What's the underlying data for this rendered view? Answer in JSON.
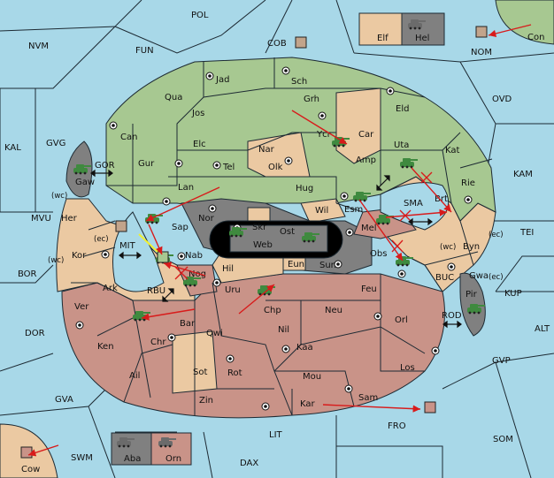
{
  "map": {
    "colors": {
      "sea": "#a8d8e8",
      "green": "#a7c891",
      "tan": "#ebc9a2",
      "red": "#c99388",
      "grey": "#808080",
      "black": "#000000",
      "unit_green": "#3f8a3f",
      "unit_grey": "#6b6b6b",
      "unit_red": "#b98b7b",
      "order_arrow": "#d81b1b",
      "support_line": "#f0f030"
    },
    "unit_icon": "tank-icon",
    "supply_center_icon": "supply-center-dot-icon",
    "cut_icon": "cut-x-icon",
    "coast_label": "(wc)",
    "coast_label_ec": "(ec)",
    "sea_labels": {
      "pol": "POL",
      "nvm": "NVM",
      "fun": "FUN",
      "cob": "COB",
      "nom": "NOM",
      "ovd": "OVD",
      "kal": "KAL",
      "gvg": "GVG",
      "gor": "GOR",
      "kam": "KAM",
      "mvu": "MVU",
      "sma": "SMA",
      "tei": "TEI",
      "mit": "MIT",
      "bor": "BOR",
      "kup": "KUP",
      "buc": "BUC",
      "rbu": "RBU",
      "rod": "ROD",
      "dor": "DOR",
      "alt": "ALT",
      "gvp": "GVP",
      "gva": "GVA",
      "fro": "FRO",
      "som": "SOM",
      "lit": "LIT",
      "swm": "SWM",
      "dax": "DAX"
    },
    "land_labels": {
      "jad": "Jad",
      "sch": "Sch",
      "qua": "Qua",
      "jos": "Jos",
      "grh": "Grh",
      "eld": "Eld",
      "can": "Can",
      "ycr": "Ycr",
      "car": "Car",
      "elc": "Elc",
      "nar": "Nar",
      "uta": "Uta",
      "kat": "Kat",
      "tel": "Tel",
      "olk": "Olk",
      "amp": "Amp",
      "gur": "Gur",
      "lan": "Lan",
      "hug": "Hug",
      "gaw": "Gaw",
      "rie": "Rie",
      "brt": "Brt",
      "her": "Her",
      "nor": "Nor",
      "skr": "Skr",
      "ost": "Ost",
      "wil": "Wil",
      "esm": "Esm",
      "sap": "Sap",
      "web": "Web",
      "mel": "Mel",
      "kor": "Kor",
      "nab": "Nab",
      "byn": "Byn",
      "eun": "Eun",
      "hil": "Hil",
      "sun": "Sun",
      "obs": "Obs",
      "nog": "Nog",
      "gwa": "Gwa",
      "ark": "Ark",
      "uru": "Uru",
      "feu": "Feu",
      "pir": "Pir",
      "ver": "Ver",
      "chp": "Chp",
      "neu": "Neu",
      "orl": "Orl",
      "bar": "Bar",
      "qwi": "Qwi",
      "nil": "Nil",
      "ken": "Ken",
      "chr": "Chr",
      "kaa": "Kaa",
      "ail": "Ail",
      "sot": "Sot",
      "rot": "Rot",
      "mou": "Mou",
      "los": "Los",
      "zin": "Zin",
      "kar": "Kar",
      "sam": "Sam",
      "elf": "Elf",
      "hel": "Hel",
      "con": "Con",
      "aba": "Aba",
      "orn": "Orn",
      "cow": "Cow"
    }
  }
}
